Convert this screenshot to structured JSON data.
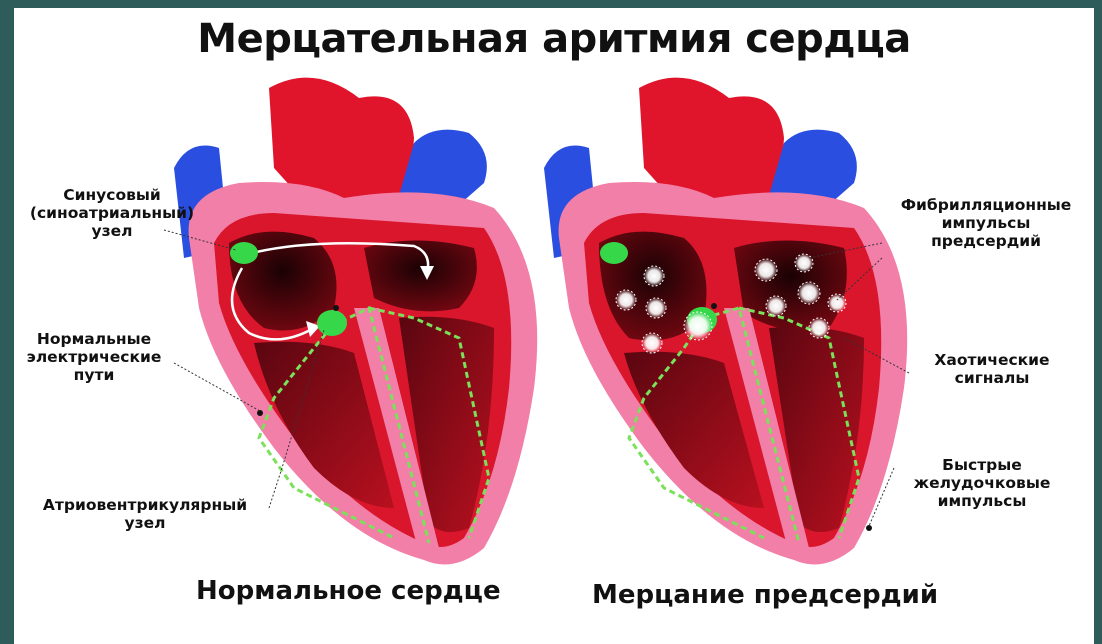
{
  "title": "Мерцательная аритмия сердца",
  "captions": {
    "left": "Нормальное сердце",
    "right": "Мерцание предсердий"
  },
  "labels": {
    "sinus_node": [
      "Синусовый",
      "(синоатриальный)",
      "узел"
    ],
    "normal_paths": [
      "Нормальные",
      "электрические",
      "пути"
    ],
    "av_node": [
      "Атриовентрикулярный",
      "узел"
    ],
    "fibrillation": [
      "Фибрилляционные",
      "импульсы",
      "предсердий"
    ],
    "chaotic": [
      "Хаотические",
      "сигналы"
    ],
    "fast_ventricular": [
      "Быстрые",
      "желудочковые",
      "импульсы"
    ]
  },
  "colors": {
    "frame": "#2d5c5a",
    "heart_red": "#d9162c",
    "heart_dark": "#8a0a16",
    "wall_pink": "#f27fa8",
    "vein_blue": "#2a4fe0",
    "node_green": "#36d84a",
    "label_text": "#111111"
  }
}
